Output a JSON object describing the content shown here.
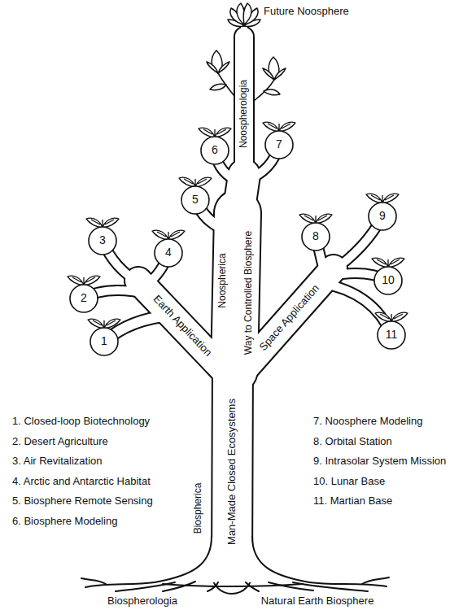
{
  "diagram": {
    "nodes": [
      {
        "text": [
          "1"
        ]
      },
      {
        "text": [
          "2"
        ]
      },
      {
        "text": [
          "3"
        ]
      },
      {
        "text": [
          "4"
        ]
      },
      {
        "text": [
          "5"
        ]
      },
      {
        "text": [
          "6"
        ]
      },
      {
        "text": [
          "7"
        ]
      },
      {
        "text": [
          "8"
        ]
      },
      {
        "text": [
          "9"
        ]
      },
      {
        "text": [
          "10"
        ]
      },
      {
        "text": [
          "11"
        ]
      }
    ],
    "labels": [
      "Future Noosphere",
      "Noospherologia",
      "Noospherica",
      "Way to Controlled Biosphere",
      "Earth Application",
      "Space Application",
      "Man-Made Closed Ecosystems",
      "Biospherica",
      "1. Closed-loop Biotechnology",
      "2. Desert Agriculture",
      "3. Air Revitalization",
      "4. Arctic and Antarctic Habitat",
      "5. Biosphere Remote Sensing",
      "6. Biosphere Modeling",
      "7. Noosphere Modeling",
      "8. Orbital Station",
      "9. Intrasolar System Mission",
      "10. Lunar Base",
      "11. Martian Base",
      "Biospherologia",
      "Natural Earth Biosphere"
    ]
  }
}
